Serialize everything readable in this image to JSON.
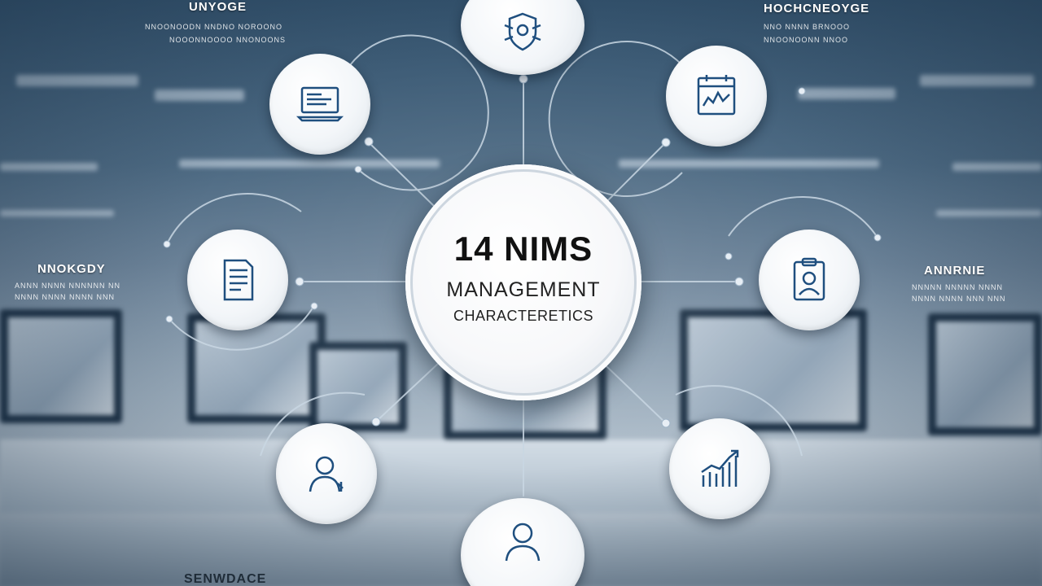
{
  "center": {
    "line1": "14 NIMS",
    "line2": "MANAGEMENT",
    "line3": "CHARACTERETICS"
  },
  "labels": {
    "top_left_title": "UNYOGE",
    "top_left_sub1": "NNOONOODN NNDNO NOROONO",
    "top_left_sub2": "NOOONNOOOO NNONOONS",
    "top_right_title": "HOCHCNEOYGE",
    "top_right_sub1": "NNO NNNN BRNOOO",
    "top_right_sub2": "NNOONOONN NNOO",
    "left_title": "NNOKGDY",
    "left_sub1": "ANNN NNNN NNNNNN NN",
    "left_sub2": "NNNN NNNN NNNN NNN",
    "right_title": "ANNRNIE",
    "right_sub1": "NNNNN NNNNN NNNN",
    "right_sub2": "NNNN NNNN NNN NNN",
    "bottom_title": "SENWDACE"
  },
  "nodes": [
    {
      "id": "top",
      "icon": "shield-network-icon"
    },
    {
      "id": "top-left",
      "icon": "laptop-icon"
    },
    {
      "id": "top-right",
      "icon": "calendar-chart-icon"
    },
    {
      "id": "left",
      "icon": "document-icon"
    },
    {
      "id": "right",
      "icon": "id-badge-icon"
    },
    {
      "id": "bottom-left",
      "icon": "person-icon"
    },
    {
      "id": "bottom-right",
      "icon": "growth-chart-icon"
    },
    {
      "id": "bottom",
      "icon": "user-icon"
    }
  ],
  "colors": {
    "icon_blue": "#1f4f7f",
    "connector": "#c9d7e3"
  }
}
